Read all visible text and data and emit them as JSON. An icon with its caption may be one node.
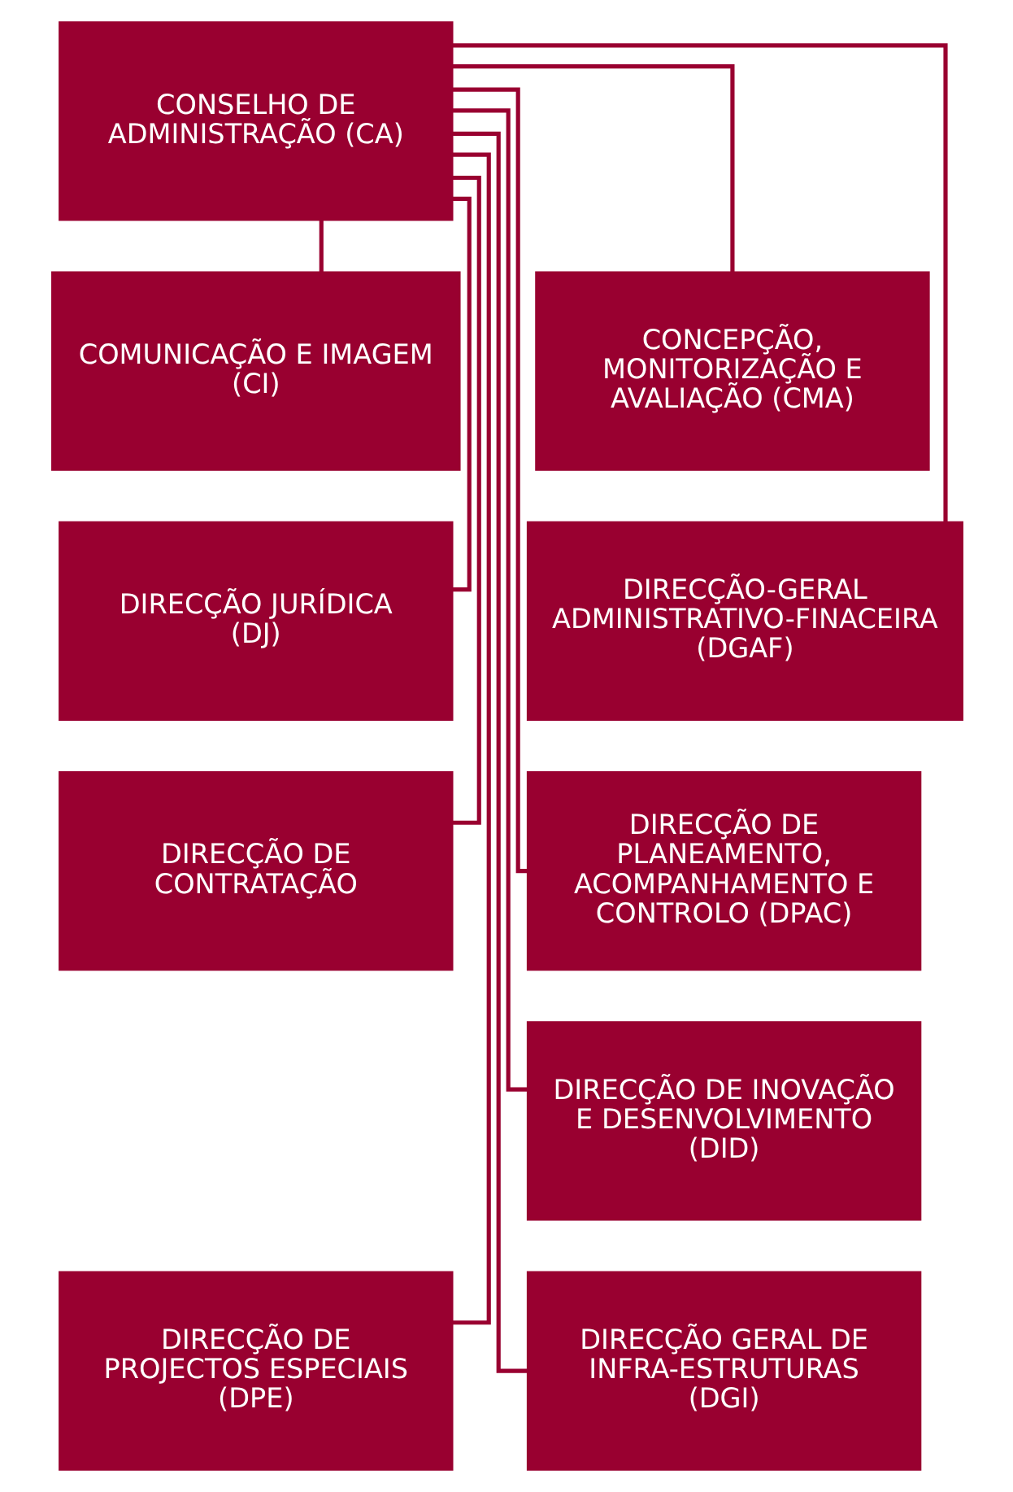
{
  "diagram": {
    "nodes": [
      {
        "text": [
          "CONSELHO DE ADMINISTRAÇÃO (CA)"
        ]
      },
      {
        "text": [
          "COMUNICAÇÃO E IMAGEM (CI)"
        ]
      },
      {
        "text": [
          "CONCEPÇÃO, MONITORIZAÇÃO E AVALIAÇÃO (CMA)"
        ]
      },
      {
        "text": [
          "DIRECÇÃO JURÍDICA (DJ)"
        ]
      },
      {
        "text": [
          "DIRECÇÃO-GERAL ADMINISTRATIVO-FINACEIRA (DGAF)"
        ]
      },
      {
        "text": [
          "DIRECÇÃO DE CONTRATAÇÃO"
        ]
      },
      {
        "text": [
          "DIRECÇÃO DE PLANEAMENTO, ACOMPANHAMENTO E CONTROLO (DPAC)"
        ]
      },
      {
        "text": [
          "DIRECÇÃO DE INOVAÇÃO E DESENVOLVIMENTO (DID)"
        ]
      },
      {
        "text": [
          "DIRECÇÃO DE PROJECTOS ESPECIAIS (DPE)"
        ]
      },
      {
        "text": [
          "DIRECÇÃO GERAL DE INFRA-ESTRUTURAS (DGI)"
        ]
      }
    ],
    "edges": [
      {
        "from": 0,
        "to": 1,
        "arrow": "none"
      },
      {
        "from": 0,
        "to": 2,
        "arrow": "none"
      },
      {
        "from": 0,
        "to": 3,
        "arrow": "none"
      },
      {
        "from": 0,
        "to": 4,
        "arrow": "none"
      },
      {
        "from": 0,
        "to": 5,
        "arrow": "none"
      },
      {
        "from": 0,
        "to": 6,
        "arrow": "none"
      },
      {
        "from": 0,
        "to": 7,
        "arrow": "none"
      },
      {
        "from": 0,
        "to": 8,
        "arrow": "none"
      },
      {
        "from": 0,
        "to": 9,
        "arrow": "none"
      }
    ]
  }
}
